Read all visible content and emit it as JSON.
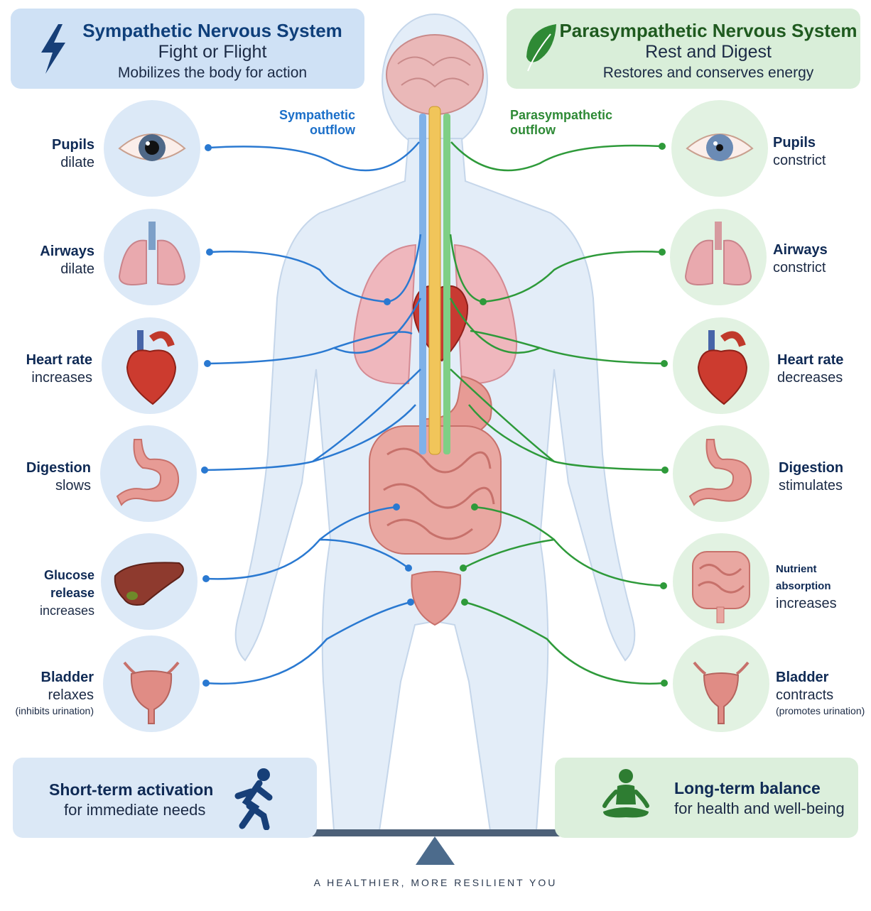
{
  "header_left": {
    "title": "Sympathetic Nervous System",
    "subtitle": "Fight or Flight",
    "desc": "Mobilizes the body for action",
    "color": "#1b6fc9"
  },
  "header_right": {
    "title": "Parasympathetic Nervous System",
    "subtitle": "Rest and Digest",
    "desc": "Restores and conserves energy",
    "color": "#2e9a3a"
  },
  "outflow_left": {
    "line1": "Sympathetic",
    "line2": "outflow"
  },
  "outflow_right": {
    "line1": "Parasympathetic",
    "line2": "outflow"
  },
  "left_items": [
    {
      "name": "Pupils",
      "effect": "dilate",
      "note": "",
      "icon": "eye-icon"
    },
    {
      "name": "Airways",
      "effect": "dilate",
      "note": "",
      "icon": "lungs-icon"
    },
    {
      "name": "Heart rate",
      "effect": "increases",
      "note": "",
      "icon": "heart-icon"
    },
    {
      "name": "Digestion",
      "effect": "slows",
      "note": "",
      "icon": "stomach-icon"
    },
    {
      "name": "Glucose release",
      "effect": "increases",
      "note": "",
      "icon": "liver-icon"
    },
    {
      "name": "Bladder",
      "effect": "relaxes",
      "note": "(inhibits urination)",
      "icon": "bladder-icon"
    }
  ],
  "right_items": [
    {
      "name": "Pupils",
      "effect": "constrict",
      "note": "",
      "icon": "eye-icon"
    },
    {
      "name": "Airways",
      "effect": "constrict",
      "note": "",
      "icon": "lungs-icon"
    },
    {
      "name": "Heart rate",
      "effect": "decreases",
      "note": "",
      "icon": "heart-icon"
    },
    {
      "name": "Digestion",
      "effect": "stimulates",
      "note": "",
      "icon": "stomach-icon"
    },
    {
      "name": "Nutrient absorption",
      "effect": "increases",
      "note": "",
      "icon": "intestines-icon"
    },
    {
      "name": "Bladder",
      "effect": "contracts",
      "note": "(promotes urination)",
      "icon": "bladder-icon"
    }
  ],
  "bottom_left": {
    "title": "Short-term activation",
    "desc": "for immediate needs",
    "icon": "running-person-icon"
  },
  "bottom_right": {
    "title": "Long-term balance",
    "desc": "for health and well-being",
    "icon": "meditation-icon"
  },
  "footer": "A HEALTHIER, MORE RESILIENT YOU"
}
